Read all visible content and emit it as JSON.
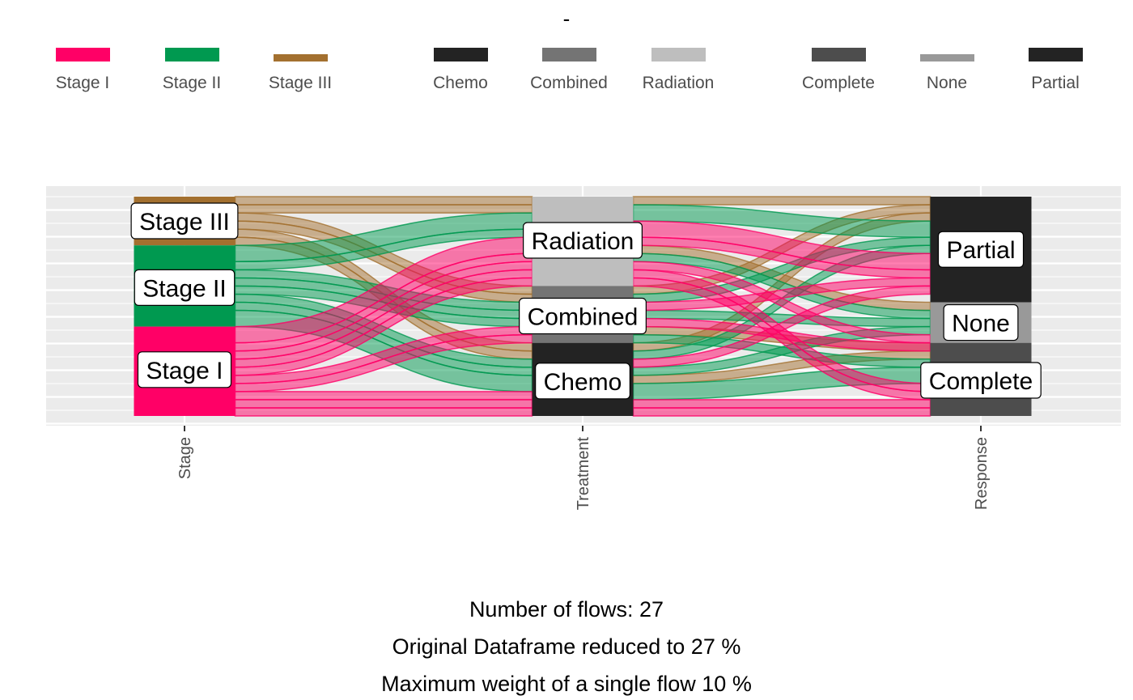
{
  "chart_data": {
    "type": "alluvial",
    "title": "-",
    "axes": [
      "Stage",
      "Treatment",
      "Response"
    ],
    "legend": [
      {
        "label": "Stage I",
        "color": "#ff0066"
      },
      {
        "label": "Stage II",
        "color": "#009950"
      },
      {
        "label": "Stage III",
        "color": "#a3702f"
      },
      {
        "label": "Chemo",
        "color": "#232323"
      },
      {
        "label": "Combined",
        "color": "#747474"
      },
      {
        "label": "Radiation",
        "color": "#bebebe"
      },
      {
        "label": "Complete",
        "color": "#4d4d4d"
      },
      {
        "label": "None",
        "color": "#999999"
      },
      {
        "label": "Partial",
        "color": "#232323"
      }
    ],
    "nodes": {
      "Stage": [
        {
          "label": "Stage III",
          "weight": 6,
          "color": "#a3702f"
        },
        {
          "label": "Stage II",
          "weight": 10,
          "color": "#009950"
        },
        {
          "label": "Stage I",
          "weight": 11,
          "color": "#ff0066"
        }
      ],
      "Treatment": [
        {
          "label": "Radiation",
          "weight": 11,
          "color": "#bebebe"
        },
        {
          "label": "Combined",
          "weight": 7,
          "color": "#747474"
        },
        {
          "label": "Chemo",
          "weight": 9,
          "color": "#232323"
        }
      ],
      "Response": [
        {
          "label": "Partial",
          "weight": 13,
          "color": "#232323"
        },
        {
          "label": "None",
          "weight": 5,
          "color": "#999999"
        },
        {
          "label": "Complete",
          "weight": 9,
          "color": "#4d4d4d"
        }
      ]
    },
    "flows": [
      {
        "stage": "Stage III",
        "treatment": "Radiation",
        "response": "Partial",
        "weight": 1
      },
      {
        "stage": "Stage III",
        "treatment": "Radiation",
        "response": "None",
        "weight": 1
      },
      {
        "stage": "Stage III",
        "treatment": "Combined",
        "response": "Partial",
        "weight": 1
      },
      {
        "stage": "Stage III",
        "treatment": "Combined",
        "response": "Complete",
        "weight": 1
      },
      {
        "stage": "Stage III",
        "treatment": "Chemo",
        "response": "Partial",
        "weight": 1
      },
      {
        "stage": "Stage III",
        "treatment": "Chemo",
        "response": "Complete",
        "weight": 1
      },
      {
        "stage": "Stage II",
        "treatment": "Radiation",
        "response": "Partial",
        "weight": 2
      },
      {
        "stage": "Stage II",
        "treatment": "Radiation",
        "response": "None",
        "weight": 1
      },
      {
        "stage": "Stage II",
        "treatment": "Combined",
        "response": "Partial",
        "weight": 1
      },
      {
        "stage": "Stage II",
        "treatment": "Combined",
        "response": "None",
        "weight": 1
      },
      {
        "stage": "Stage II",
        "treatment": "Combined",
        "response": "Complete",
        "weight": 1
      },
      {
        "stage": "Stage II",
        "treatment": "Chemo",
        "response": "Partial",
        "weight": 1
      },
      {
        "stage": "Stage II",
        "treatment": "Chemo",
        "response": "None",
        "weight": 1
      },
      {
        "stage": "Stage II",
        "treatment": "Chemo",
        "response": "Complete",
        "weight": 2
      },
      {
        "stage": "Stage I",
        "treatment": "Radiation",
        "response": "Partial",
        "weight": 2
      },
      {
        "stage": "Stage I",
        "treatment": "Radiation",
        "response": "None",
        "weight": 1
      },
      {
        "stage": "Stage I",
        "treatment": "Radiation",
        "response": "Complete",
        "weight": 1
      },
      {
        "stage": "Stage I",
        "treatment": "Radiation",
        "response": "Partial",
        "weight": 1
      },
      {
        "stage": "Stage I",
        "treatment": "Radiation",
        "response": "Complete",
        "weight": 1
      },
      {
        "stage": "Stage I",
        "treatment": "Combined",
        "response": "Partial",
        "weight": 1
      },
      {
        "stage": "Stage I",
        "treatment": "Combined",
        "response": "None",
        "weight": 1
      },
      {
        "stage": "Stage I",
        "treatment": "Chemo",
        "response": "Partial",
        "weight": 1
      },
      {
        "stage": "Stage I",
        "treatment": "Chemo",
        "response": "Complete",
        "weight": 1
      },
      {
        "stage": "Stage I",
        "treatment": "Chemo",
        "response": "Complete",
        "weight": 1
      }
    ],
    "grid": true,
    "legend_position": "top",
    "caption": [
      "Number of flows: 27",
      "Original Dataframe reduced to 27 %",
      "Maximum weight of a single flow 10 %"
    ]
  }
}
